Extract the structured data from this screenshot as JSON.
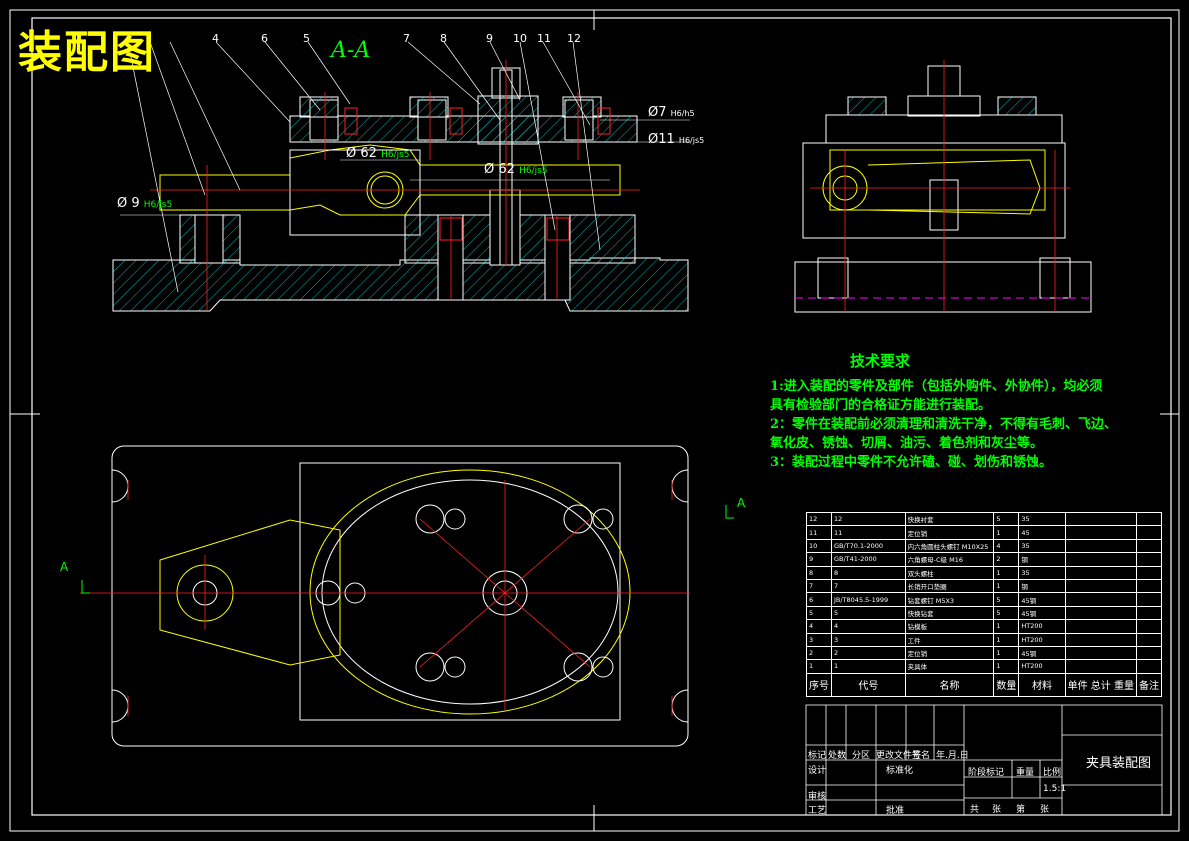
{
  "drawing_title": "装配图",
  "section_label": "A-A",
  "callouts": [
    "4",
    "6",
    "5",
    "7",
    "8",
    "9",
    "10",
    "11",
    "12"
  ],
  "dimensions": {
    "d7": {
      "main": "Ø7",
      "tol": "H6/h5"
    },
    "d11": {
      "main": "Ø11",
      "tol": "H6/js5"
    },
    "d9": {
      "main": "Ø 9",
      "tol": "H6/js5"
    },
    "d62a": {
      "main": "Ø 62",
      "tol": "H6/js5"
    },
    "d62b": {
      "main": "Ø 62",
      "tol": "H6/js5"
    }
  },
  "view_markers": {
    "left": "A",
    "right": "A"
  },
  "tech_requirements": {
    "title": "技术要求",
    "lines": [
      "1:进入装配的零件及部件（包括外购件、外协件），均必须",
      " 具有检验部门的合格证方能进行装配。",
      " 2：零件在装配前必须清理和清洗干净，不得有毛刺、飞边、",
      " 氧化皮、锈蚀、切屑、油污、着色剂和灰尘等。",
      " 3：装配过程中零件不允许磕、碰、划伤和锈蚀。"
    ]
  },
  "bom": {
    "rows": [
      [
        "12",
        "12",
        "快换衬套",
        "5",
        "35",
        ""
      ],
      [
        "11",
        "11",
        "定位销",
        "1",
        "45",
        ""
      ],
      [
        "10",
        "GB/T70.1-2000",
        "内六角圆柱头螺钉 M10X25",
        "4",
        "35",
        ""
      ],
      [
        "9",
        "GB/T41-2000",
        "六角螺母-C级 M16",
        "2",
        "钢",
        ""
      ],
      [
        "8",
        "8",
        "双头螺柱",
        "1",
        "35",
        ""
      ],
      [
        "7",
        "7",
        "长销开口垫圈",
        "1",
        "钢",
        ""
      ],
      [
        "6",
        "JB/T8045.5-1999",
        "钻套螺钉 M5X3",
        "5",
        "45钢",
        ""
      ],
      [
        "5",
        "5",
        "快换钻套",
        "5",
        "45钢",
        ""
      ],
      [
        "4",
        "4",
        "钻模板",
        "1",
        "HT200",
        ""
      ],
      [
        "3",
        "3",
        "工件",
        "1",
        "HT200",
        ""
      ],
      [
        "2",
        "2",
        "定位销",
        "1",
        "45钢",
        ""
      ],
      [
        "1",
        "1",
        "夹具体",
        "1",
        "HT200",
        ""
      ]
    ],
    "header": [
      "序号",
      "代号",
      "名称",
      "数量",
      "材料",
      "单件 总计 重量",
      "备注"
    ]
  },
  "title_block": {
    "name": "夹具装配图",
    "labels": [
      "标记",
      "处数",
      "分区",
      "更改文件号",
      "签名",
      "年.月.日",
      "设计",
      "标准化",
      "审核",
      "工艺",
      "批准",
      "阶段标记",
      "重量",
      "比例",
      "共",
      "张",
      "第",
      "张"
    ],
    "scale": "1.5:1"
  }
}
